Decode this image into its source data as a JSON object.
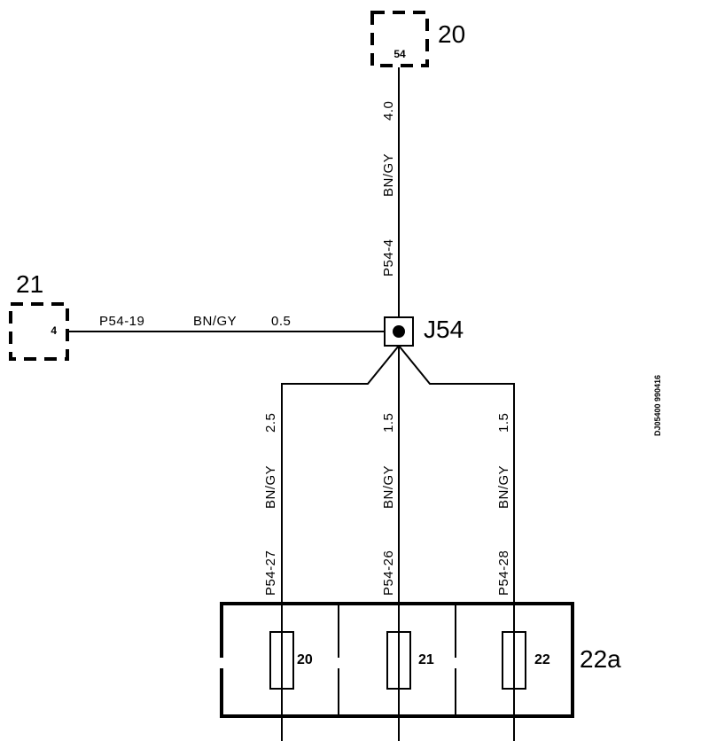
{
  "connector_20": {
    "label": "20",
    "pin": "54"
  },
  "connector_21": {
    "label": "21",
    "pin": "4"
  },
  "junction": {
    "label": "J54"
  },
  "wires": {
    "w_top": {
      "circuit": "P54-4",
      "color": "BN/GY",
      "size": "4.0"
    },
    "w_left": {
      "circuit": "P54-19",
      "color": "BN/GY",
      "size": "0.5"
    },
    "w_fuse20": {
      "circuit": "P54-27",
      "color": "BN/GY",
      "size": "2.5"
    },
    "w_fuse21": {
      "circuit": "P54-26",
      "color": "BN/GY",
      "size": "1.5"
    },
    "w_fuse22": {
      "circuit": "P54-28",
      "color": "BN/GY",
      "size": "1.5"
    }
  },
  "fuse_box": {
    "label": "22a",
    "fuses": [
      {
        "number": "20"
      },
      {
        "number": "21"
      },
      {
        "number": "22"
      }
    ]
  },
  "reference_code": "DJ05400 990416"
}
